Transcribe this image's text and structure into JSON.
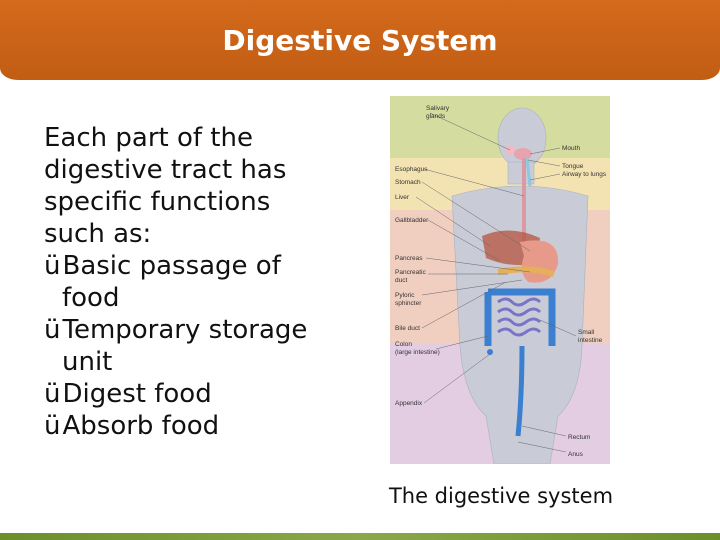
{
  "slide": {
    "title": "Digestive System",
    "intro_lines": [
      "Each part of the",
      "digestive tract has",
      "specific functions",
      "such as:"
    ],
    "bullets": [
      {
        "line1": "Basic passage of",
        "line2": "food"
      },
      {
        "line1": "Temporary storage",
        "line2": "unit"
      },
      {
        "line1": "Digest food",
        "line2": ""
      },
      {
        "line1": "Absorb food",
        "line2": ""
      }
    ],
    "check_glyph": "ü",
    "caption": "The digestive system"
  },
  "figure": {
    "labels_left": {
      "esophagus": "Esophagus",
      "stomach": "Stomach",
      "liver": "Liver",
      "gallbladder": "Gallbladder",
      "pancreas": "Pancreas",
      "pancreatic_duct_1": "Pancreatic",
      "pancreatic_duct_2": "duct",
      "pyloric_1": "Pyloric",
      "pyloric_2": "sphincter",
      "bile_duct": "Bile duct",
      "colon_1": "Colon",
      "colon_2": "(large intestine)",
      "appendix": "Appendix"
    },
    "labels_right": {
      "salivary_1": "Salivary",
      "salivary_2": "glands",
      "mouth": "Mouth",
      "tongue": "Tongue",
      "airway": "Airway to lungs",
      "small_int_1": "Small",
      "small_int_2": "intestine",
      "rectum": "Rectum",
      "anus": "Anus"
    },
    "colors": {
      "band_green": "#d4dca0",
      "band_yellow": "#f4e3b2",
      "band_pink": "#f0cfc0",
      "band_purple": "#e3cde3",
      "body": "#c9ccd6",
      "intestine": "#3a7fd0",
      "stomach": "#e89a8a"
    }
  },
  "theme": {
    "banner": "#c9621a",
    "bottom_bar": "#7a9a36"
  }
}
